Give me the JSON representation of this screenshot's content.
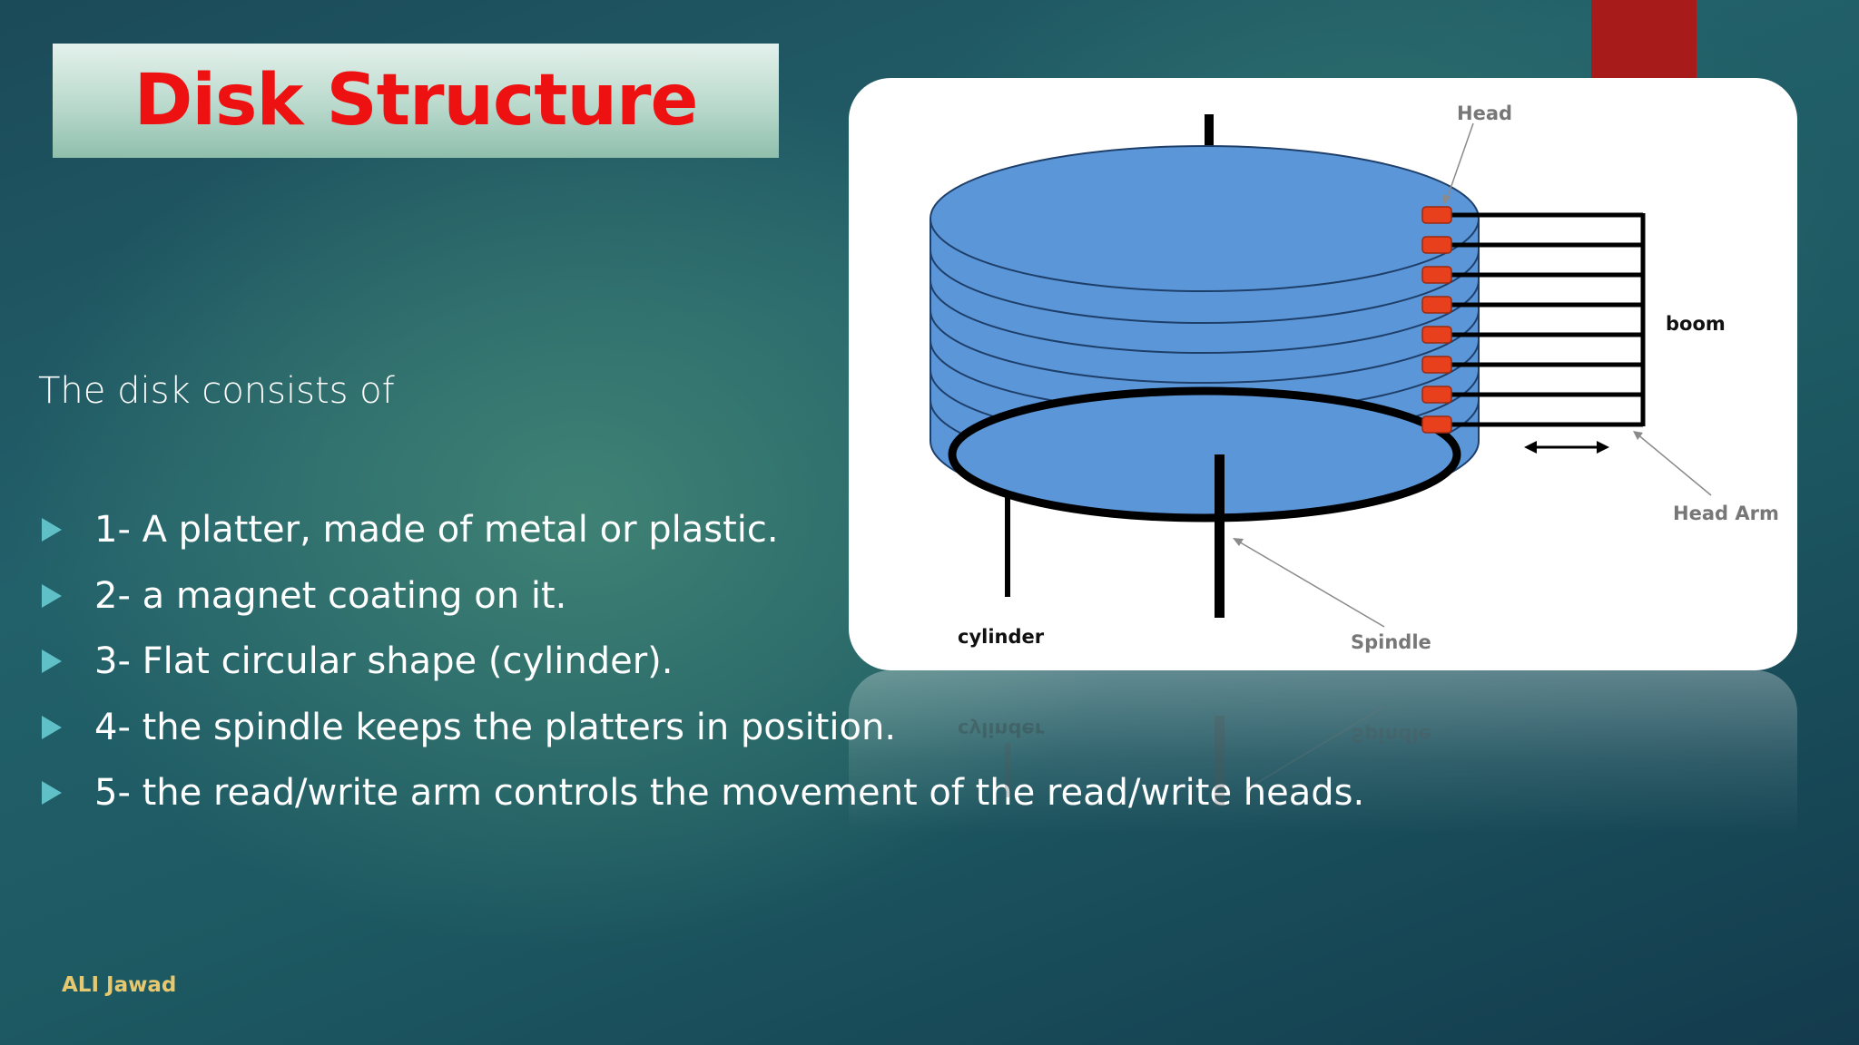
{
  "slide": {
    "title": "Disk Structure",
    "intro": "The disk consists of",
    "bullets": [
      "1- A platter, made of metal or plastic.",
      "2- a magnet coating on it.",
      "3- Flat circular shape (cylinder).",
      "4- the spindle keeps the platters in position.",
      "5- the read/write arm controls the movement of the read/write heads."
    ],
    "footer": "ALI Jawad"
  },
  "diagram": {
    "labels": {
      "head": "Head",
      "boom": "boom",
      "head_arm": "Head Arm",
      "cylinder": "cylinder",
      "spindle": "Spindle"
    }
  },
  "colors": {
    "title_text": "#ee1111",
    "accent_bar": "#a81b1b",
    "platter_fill": "#5b97d8",
    "head_fill": "#e8401c",
    "bullet_arrow": "#5fc0c8",
    "footer_text": "#e6c870"
  }
}
